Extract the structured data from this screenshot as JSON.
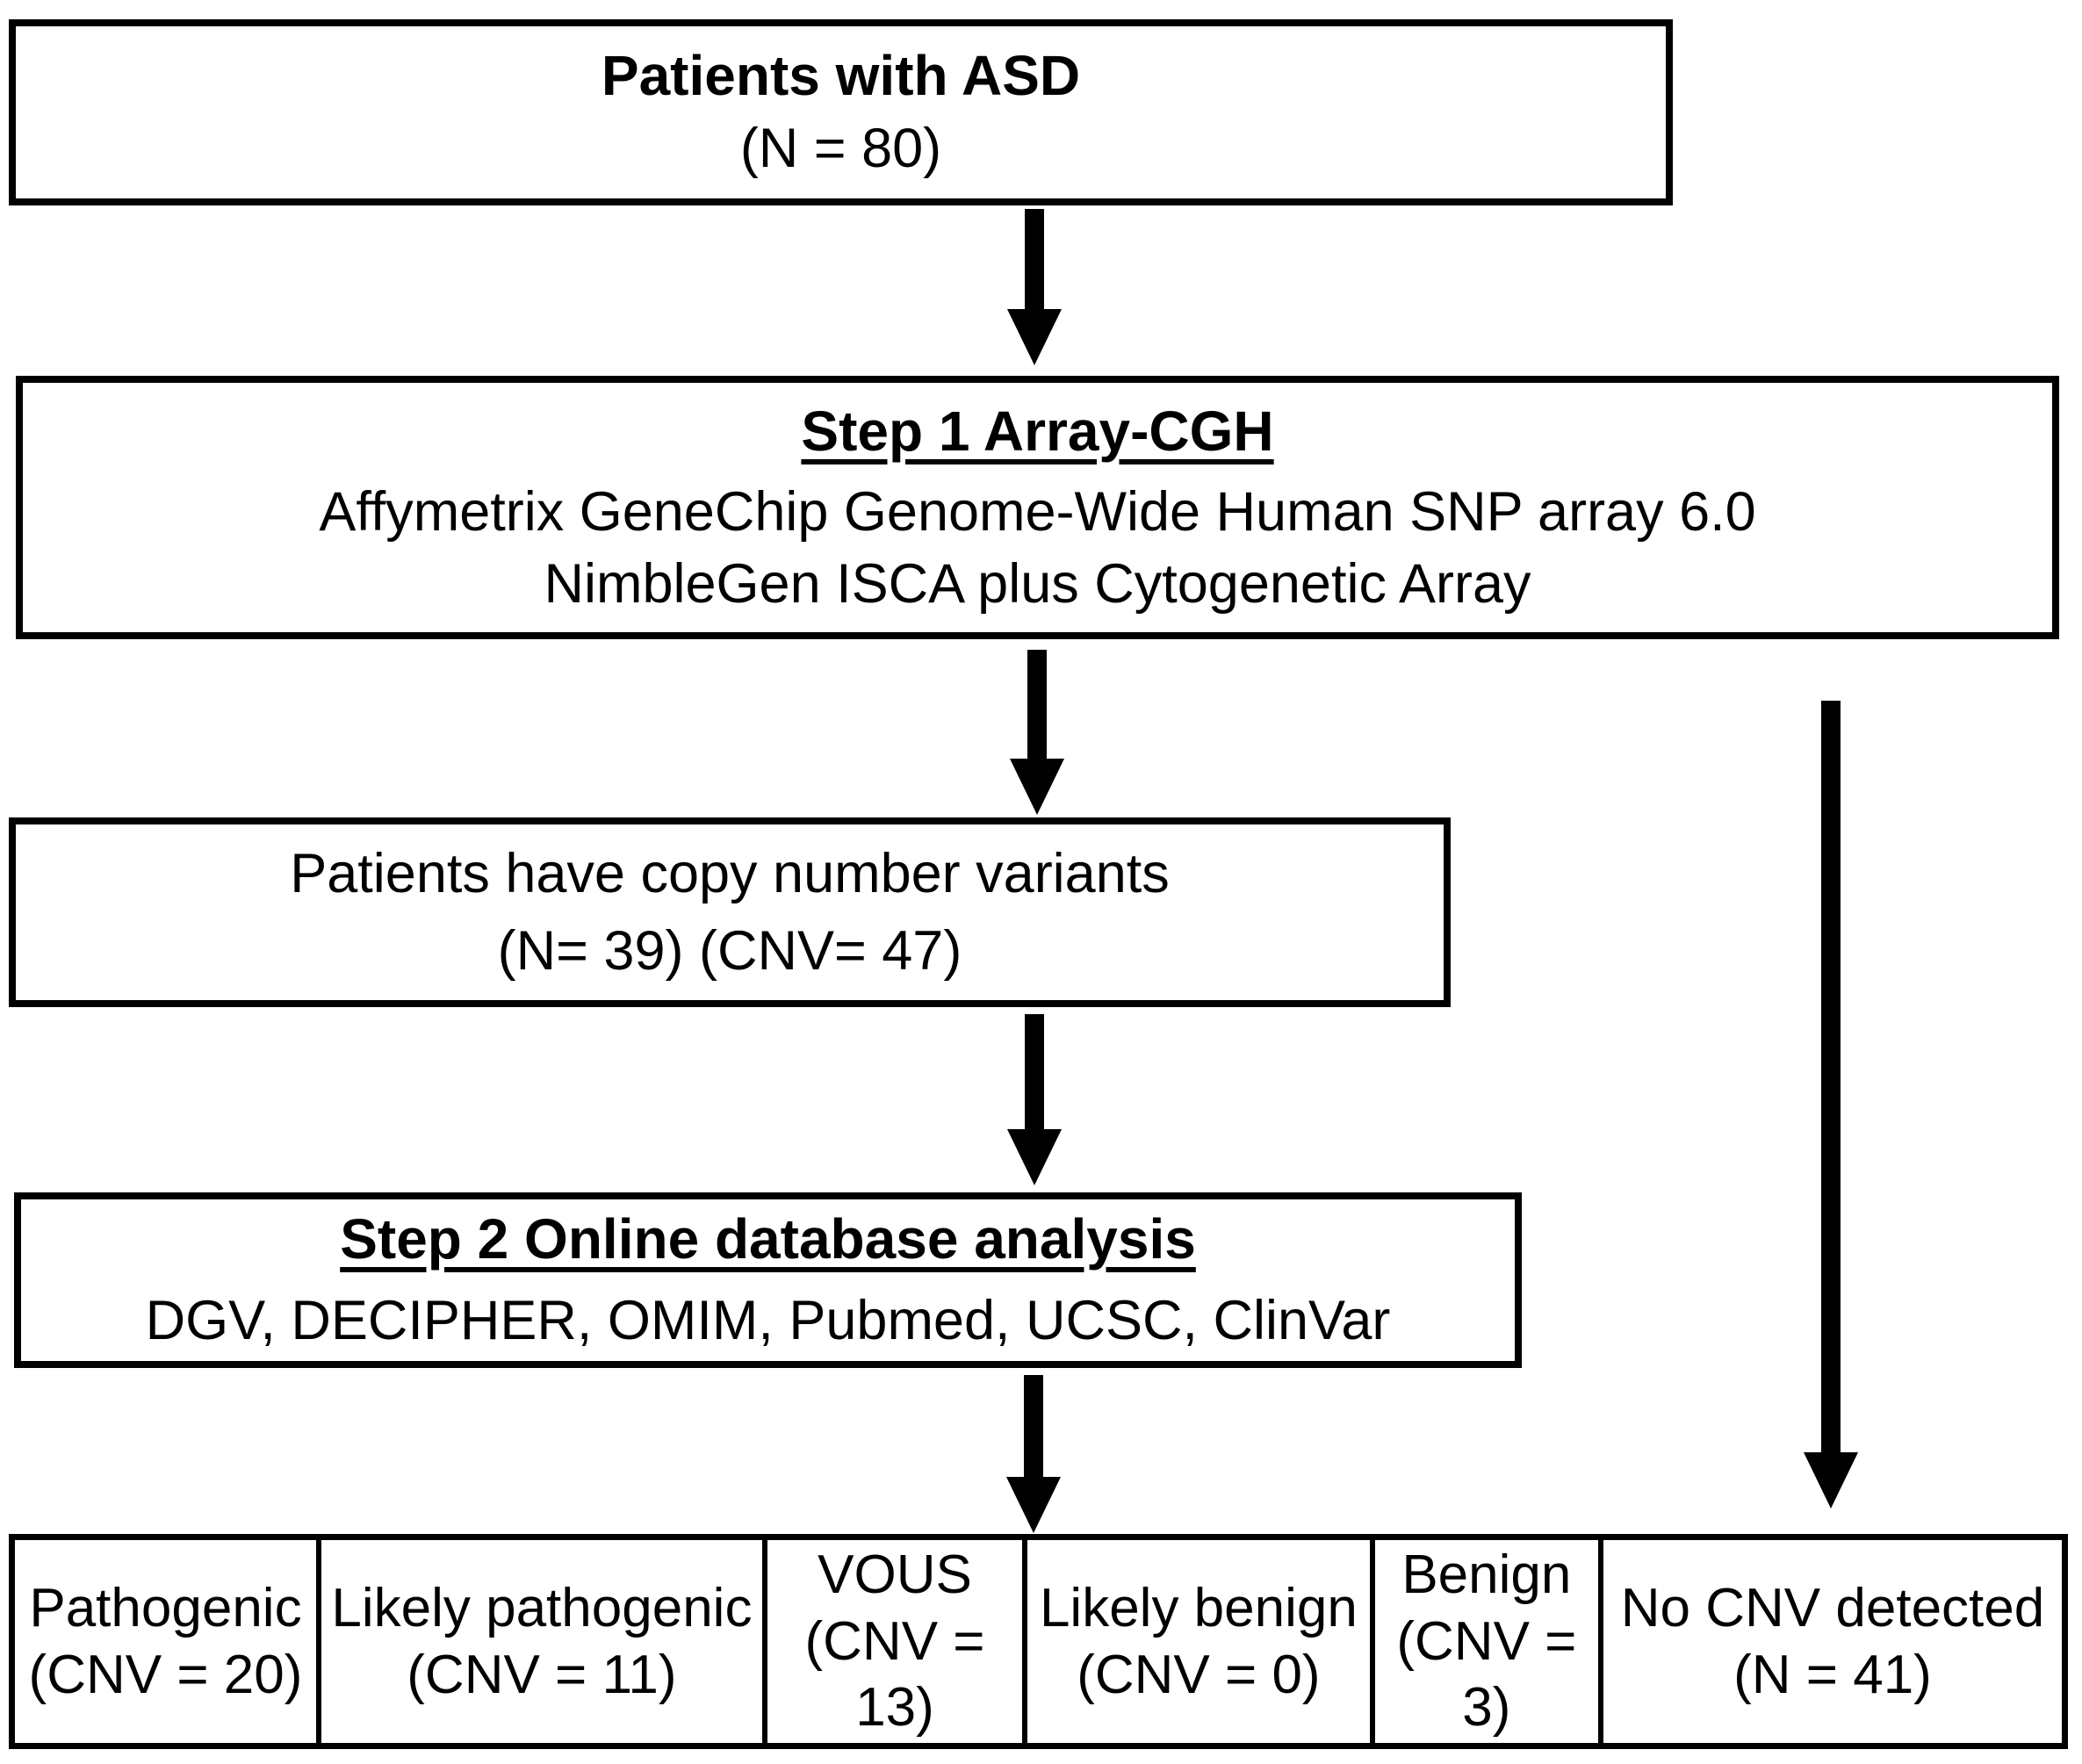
{
  "figure": {
    "background_color": "#ffffff",
    "line_color": "#000000"
  },
  "boxes": {
    "patients": {
      "title": "Patients with ASD",
      "count": "(N = 80)"
    },
    "step1": {
      "title": "Step 1 Array-CGH",
      "lines": [
        "Affymetrix GeneChip Genome-Wide Human SNP array 6.0",
        "NimbleGen ISCA plus Cytogenetic Array"
      ]
    },
    "cnv": {
      "lines": [
        "Patients have copy number variants",
        "(N= 39) (CNV= 47)"
      ]
    },
    "step2": {
      "title": "Step 2 Online database analysis",
      "lines": [
        "DGV, DECIPHER, OMIM, Pubmed, UCSC, ClinVar"
      ]
    }
  },
  "results": [
    {
      "label": "Pathogenic",
      "value": "(CNV = 20)"
    },
    {
      "label": "Likely pathogenic",
      "value": "(CNV = 11)"
    },
    {
      "label": "VOUS",
      "value": "(CNV = 13)"
    },
    {
      "label": "Likely benign",
      "value": "(CNV = 0)"
    },
    {
      "label": "Benign",
      "value": "(CNV = 3)"
    },
    {
      "label": "No CNV detected",
      "value": "(N = 41)"
    }
  ]
}
